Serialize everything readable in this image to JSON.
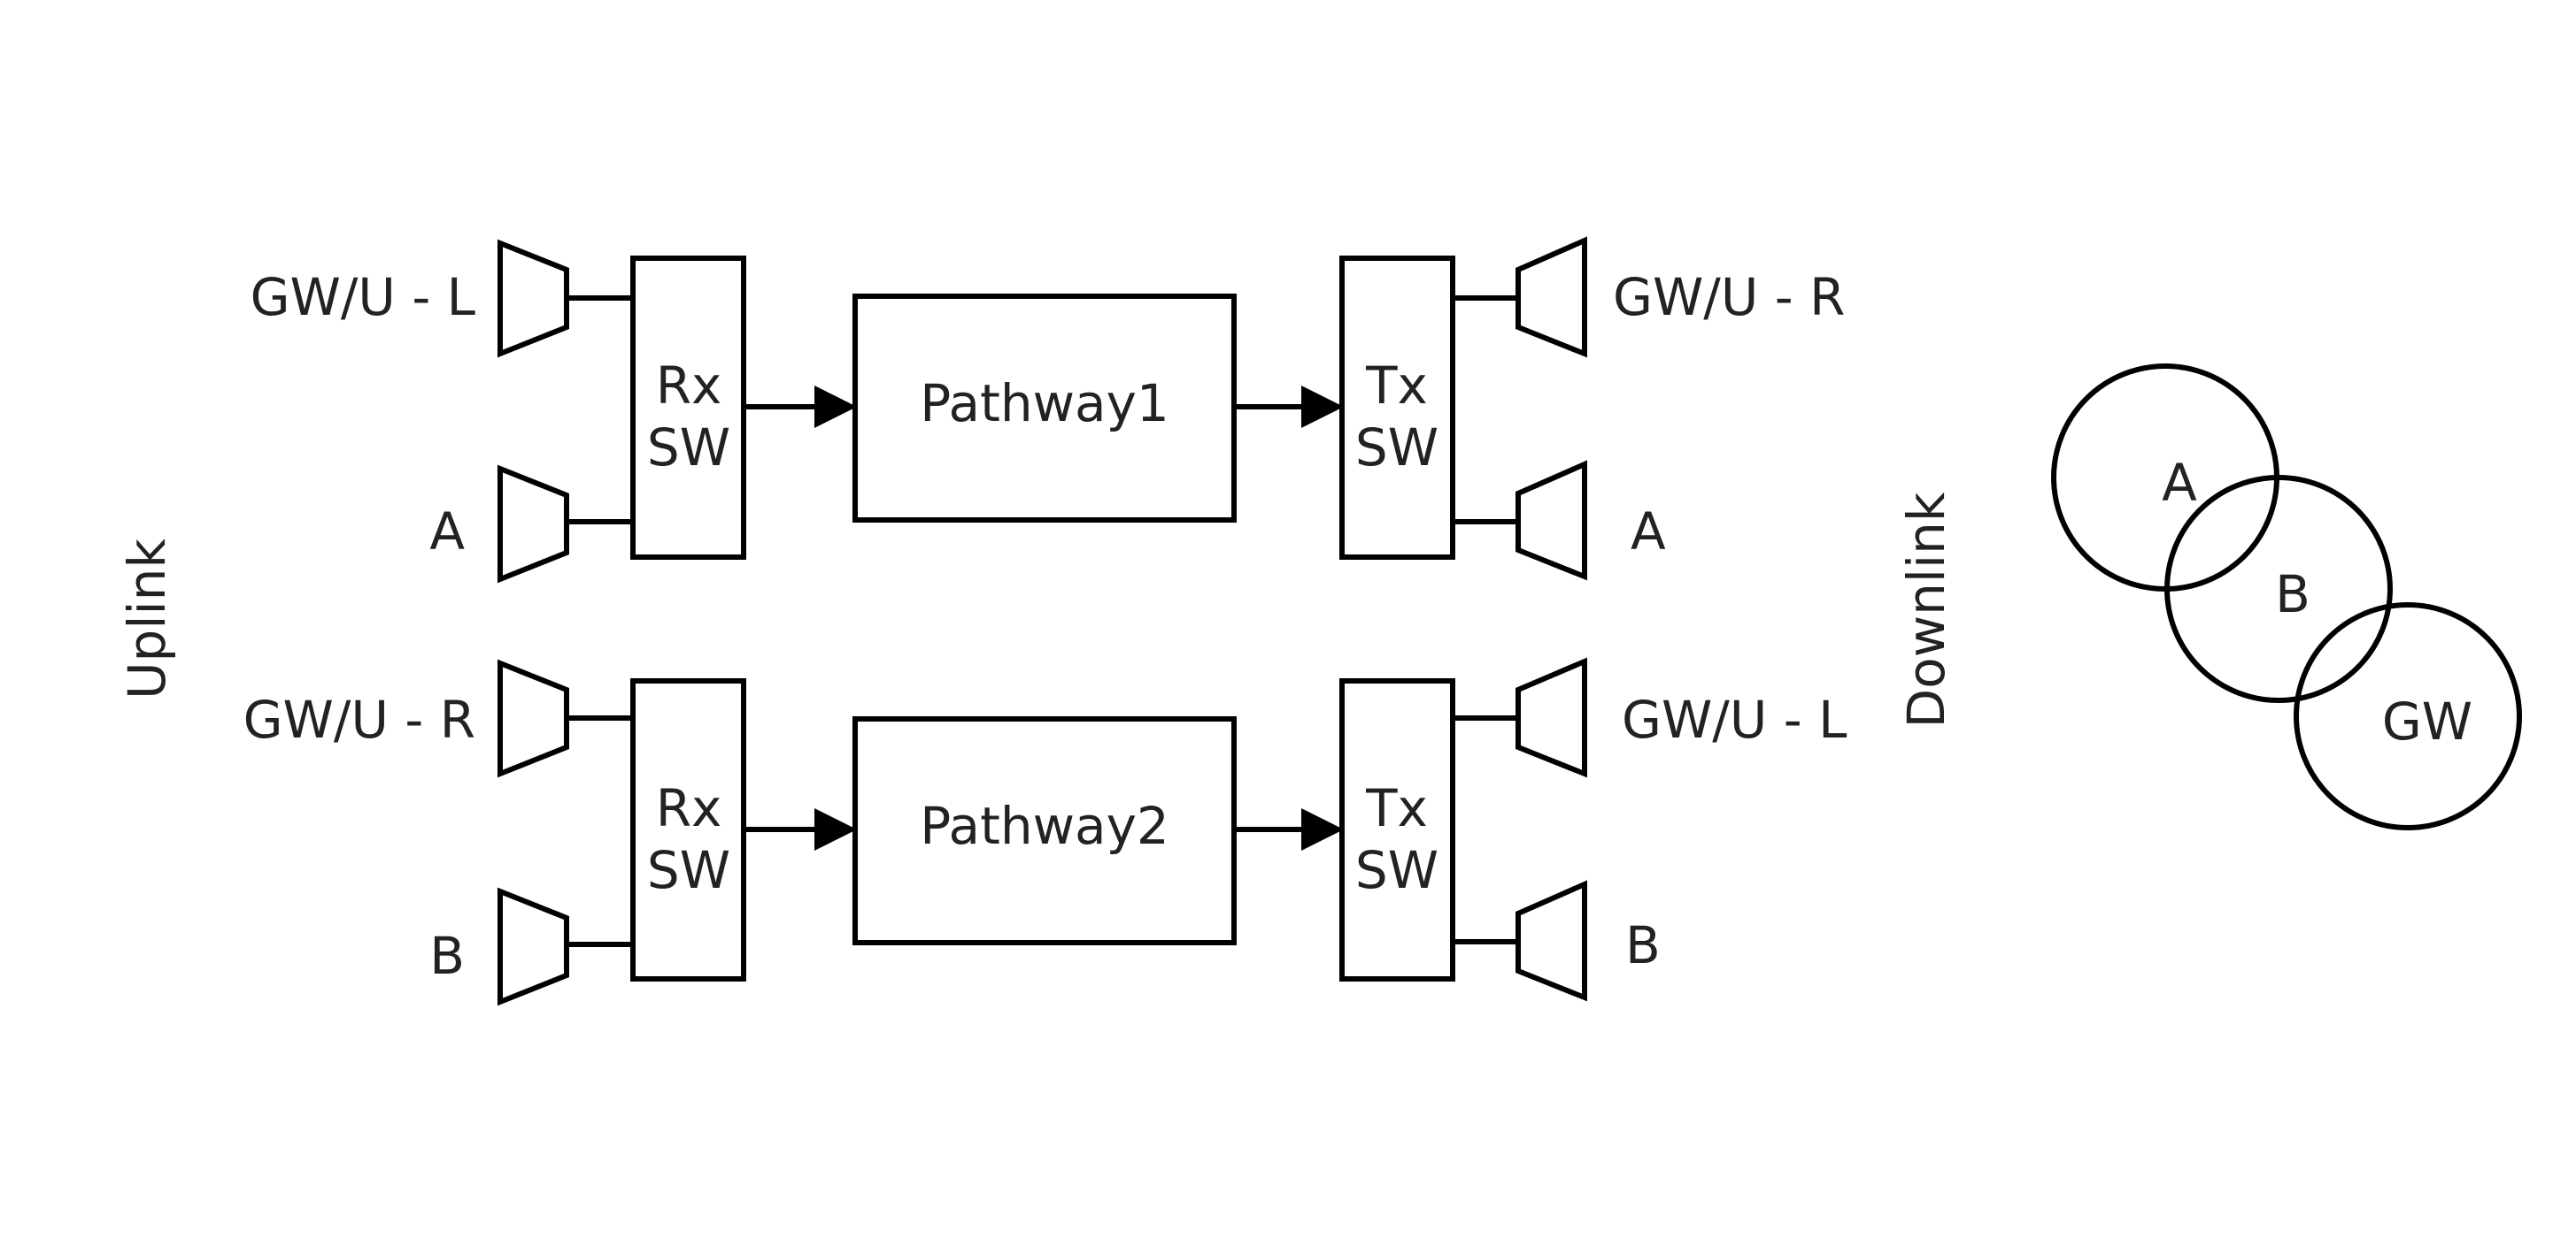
{
  "side_labels": {
    "uplink": "Uplink",
    "downlink": "Downlink"
  },
  "pathway1": {
    "in_top": "GW/U - L",
    "in_bottom": "A",
    "rx_line1": "Rx",
    "rx_line2": "SW",
    "pathway": "Pathway1",
    "tx_line1": "Tx",
    "tx_line2": "SW",
    "out_top": "GW/U - R",
    "out_bottom": "A"
  },
  "pathway2": {
    "in_top": "GW/U - R",
    "in_bottom": "B",
    "rx_line1": "Rx",
    "rx_line2": "SW",
    "pathway": "Pathway2",
    "tx_line1": "Tx",
    "tx_line2": "SW",
    "out_top": "GW/U - L",
    "out_bottom": "B"
  },
  "coverage": {
    "beam_a": "A",
    "beam_b": "B",
    "beam_gw": "GW"
  }
}
